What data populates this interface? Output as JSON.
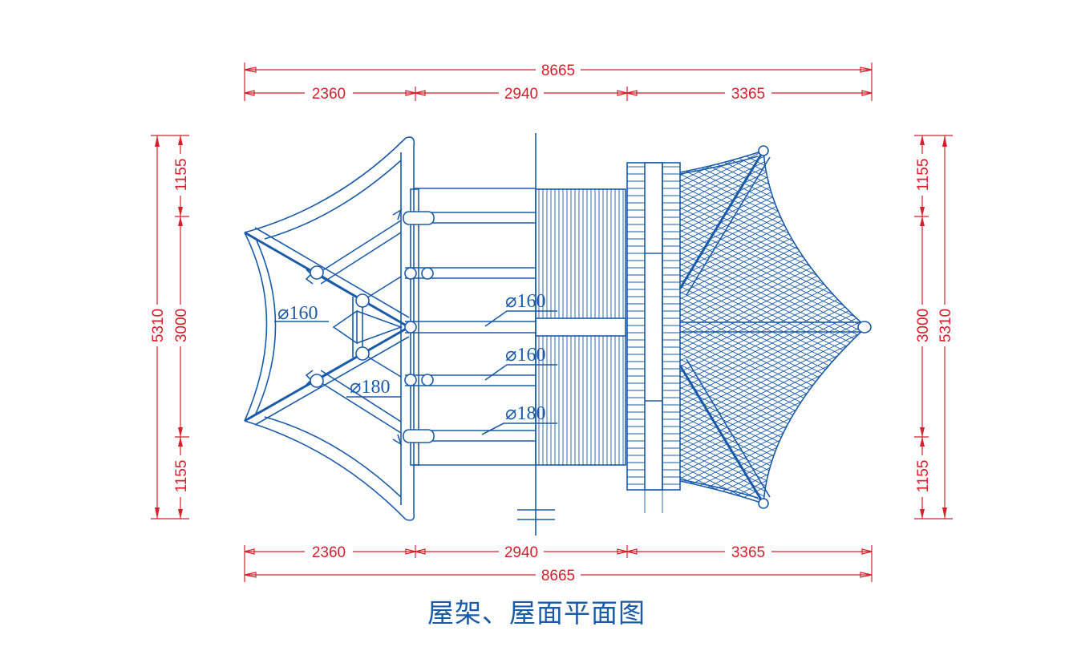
{
  "drawing": {
    "title": "屋架、屋面平面图",
    "colors": {
      "dimension": "#d4202a",
      "structure": "#1a5ba8",
      "background": "#ffffff"
    },
    "dimensions": {
      "top_total": "8665",
      "top_segments": [
        "2360",
        "2940",
        "3365"
      ],
      "bottom_segments": [
        "2360",
        "2940",
        "3365"
      ],
      "bottom_total": "8665",
      "left_total": "5310",
      "left_middle": "3000",
      "left_top": "1155",
      "left_bottom": "1155",
      "right_total": "5310",
      "right_middle": "3000",
      "right_top": "1155",
      "right_bottom": "1155"
    },
    "annotations": {
      "left_160": "⌀160",
      "left_180": "⌀180",
      "mid_160_upper": "⌀160",
      "mid_160_lower": "⌀160",
      "mid_180": "⌀180"
    }
  }
}
